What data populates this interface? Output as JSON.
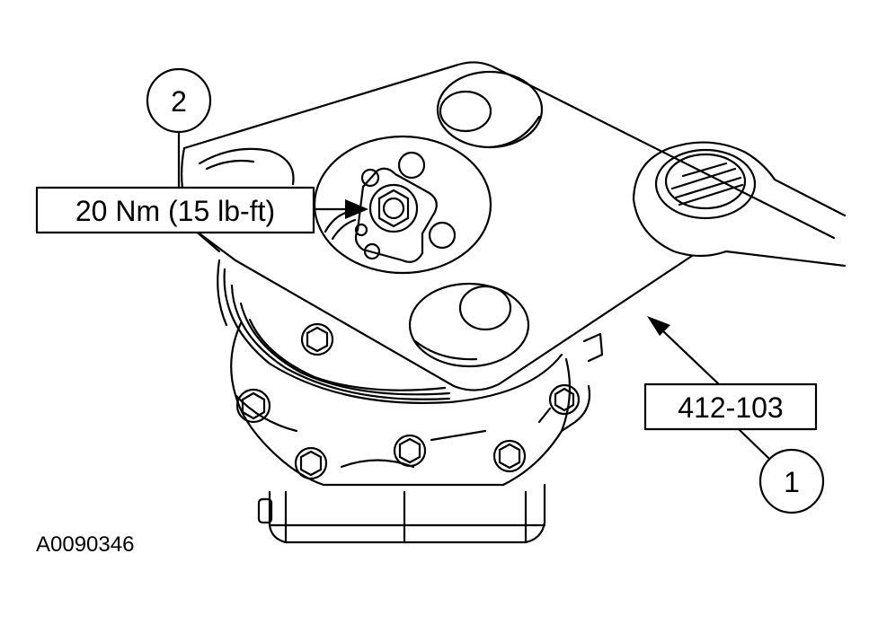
{
  "callouts": {
    "one": "1",
    "two": "2"
  },
  "labels": {
    "torque": "20 Nm (15 lb-ft)",
    "tool_number": "412-103"
  },
  "figure_id": "A0090346",
  "colors": {
    "ink": "#000000",
    "paper": "#ffffff"
  }
}
